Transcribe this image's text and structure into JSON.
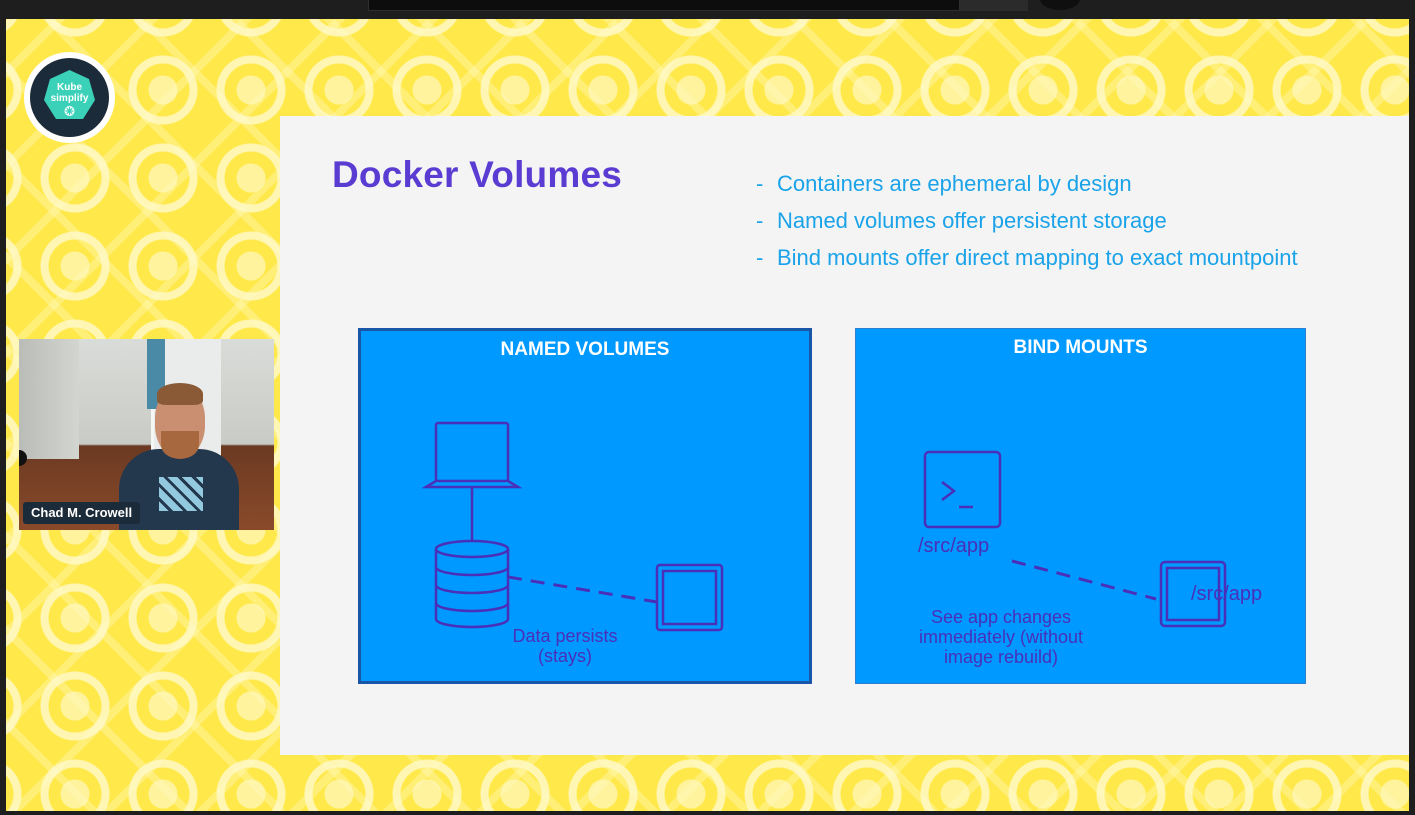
{
  "logo": {
    "line1": "Kube",
    "line2": "simplify"
  },
  "speaker": {
    "name": "Chad M. Crowell"
  },
  "slide": {
    "title": "Docker Volumes",
    "bullets": [
      "Containers are ephemeral by design",
      "Named volumes offer persistent storage",
      "Bind mounts offer direct mapping to exact mountpoint"
    ],
    "named_volumes": {
      "title": "NAMED VOLUMES",
      "caption_line1": "Data persists",
      "caption_line2": "(stays)"
    },
    "bind_mounts": {
      "title": "BIND MOUNTS",
      "host_path": "/src/app",
      "container_path": "/src/app",
      "caption_line1": "See app changes",
      "caption_line2": "immediately (without",
      "caption_line3": "image rebuild)"
    }
  },
  "colors": {
    "background": "#ffe94a",
    "slide": "#f4f4f5",
    "title": "#5a3cd2",
    "bullets": "#1aa3e8",
    "panel": "#0099ff",
    "diagram_stroke": "#4a2fb8"
  }
}
